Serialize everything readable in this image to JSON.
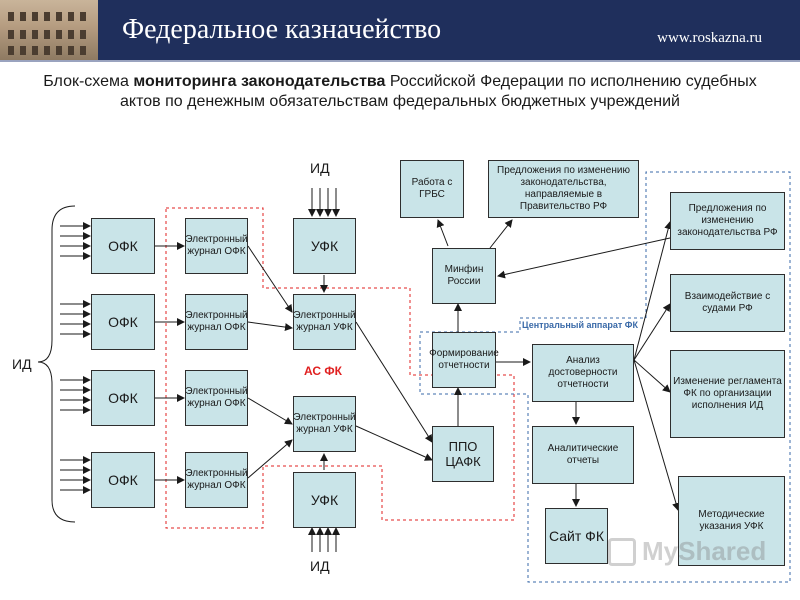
{
  "header": {
    "title": "Федеральное казначейство",
    "url": "www.roskazna.ru"
  },
  "slide": {
    "title_part1": "Блок-схема ",
    "title_bold": "мониторинга законодательства",
    "title_part2": " Российской Федерации по исполнению судебных актов по денежным обязательствам федеральных бюджетных учреждений"
  },
  "labels": {
    "id_top": "ИД",
    "id_left": "ИД",
    "id_bottom": "ИД",
    "as_fk": "АС ФК",
    "central": "Центральный аппарат ФК"
  },
  "ofk": [
    "ОФК",
    "ОФК",
    "ОФК",
    "ОФК"
  ],
  "journal_ofk": [
    "Электронный журнал ОФК",
    "Электронный журнал ОФК",
    "Электронный журнал ОФК",
    "Электронный журнал ОФК"
  ],
  "ufk_top": "УФК",
  "ufk_bottom": "УФК",
  "journal_ufk": [
    "Электронный журнал УФК",
    "Электронный журнал УФК"
  ],
  "ppo": "ППО ЦАФК",
  "formirovanie": "Формирование отчетности",
  "minfin": "Минфин России",
  "rabota": "Работа с ГРБС",
  "predl_prav": "Предложения по изменению законодательства, направляемые в Правительство РФ",
  "analiz": "Анализ достоверности отчетности",
  "analit": "Аналитические отчеты",
  "sait": "Сайт ФК",
  "right_boxes": [
    "Предложения по изменению законодательства РФ",
    "Взаимодействие с судами РФ",
    "Изменение регламента ФК по организации исполнения ИД",
    "Методические указания УФК"
  ],
  "watermark": "MyShared",
  "colors": {
    "box_fill": "#c9e4e8",
    "header_bg": "#1f2f5c",
    "red_dashed": "#e02020",
    "blue_dashed": "#3a6aa8"
  }
}
